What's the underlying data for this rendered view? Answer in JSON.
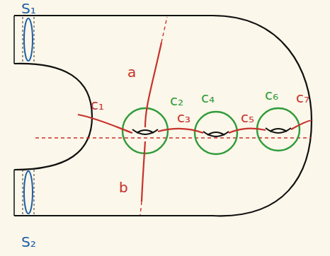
{
  "diagram": {
    "labels": [
      "S₁",
      "S₂",
      "a",
      "b",
      "c₁",
      "c₂",
      "c₃",
      "c₄",
      "c₅",
      "c₆",
      "c₇"
    ]
  }
}
